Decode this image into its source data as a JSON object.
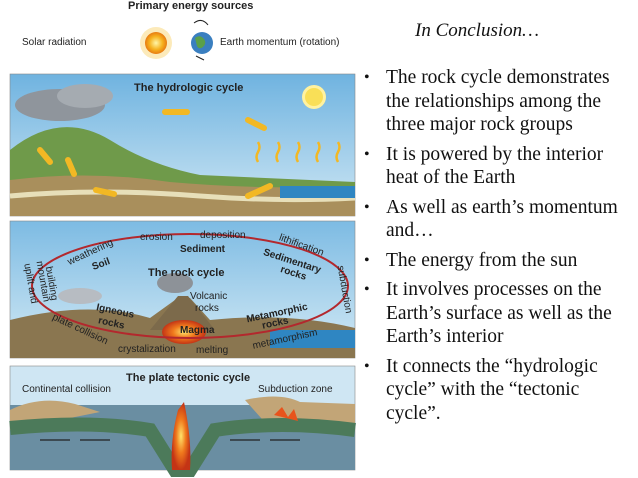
{
  "slide": {
    "title": "In Conclusion…",
    "bullets": [
      "The rock cycle demonstrates the relationships among the three major rock groups",
      "It is powered by the interior heat of the Earth",
      "As well as earth’s momentum and…",
      "The energy from the sun",
      "It involves processes on the Earth’s surface as well as the Earth’s interior",
      "It connects the “hydrologic cycle” with the “tectonic cycle”."
    ]
  },
  "diagram": {
    "energy_header": "Primary energy sources",
    "solar": "Solar radiation",
    "earth_momentum": "Earth momentum (rotation)",
    "hydro_title": "The hydrologic cycle",
    "rock_title": "The rock cycle",
    "plate_title": "The plate tectonic cycle",
    "rock_labels": {
      "erosion": "erosion",
      "deposition": "deposition",
      "sediment": "Sediment",
      "weathering": "weathering",
      "soil": "Soil",
      "lithification": "lithification",
      "sedimentary_rocks_1": "Sedimentary",
      "sedimentary_rocks_2": "rocks",
      "uplift_1": "uplift and",
      "uplift_2": "mountain",
      "uplift_3": "building",
      "subduction": "subduction",
      "volcanic_1": "Volcanic",
      "volcanic_2": "rocks",
      "igneous_1": "Igneous",
      "igneous_2": "rocks",
      "metamorphic_1": "Metamorphic",
      "metamorphic_2": "rocks",
      "magma": "Magma",
      "plate_collision": "plate collision",
      "crystalization": "crystalization",
      "melting": "melting",
      "metamorphism": "metamorphism"
    },
    "plate_labels": {
      "continental": "Continental collision",
      "subduction_zone": "Subduction zone"
    },
    "colors": {
      "sky": "#8fc6e6",
      "sea": "#2f86c2",
      "land": "#a98f5c",
      "magma": "#e8531c",
      "arrow": "#f2b824",
      "cycle_line": "#b3282d"
    }
  }
}
